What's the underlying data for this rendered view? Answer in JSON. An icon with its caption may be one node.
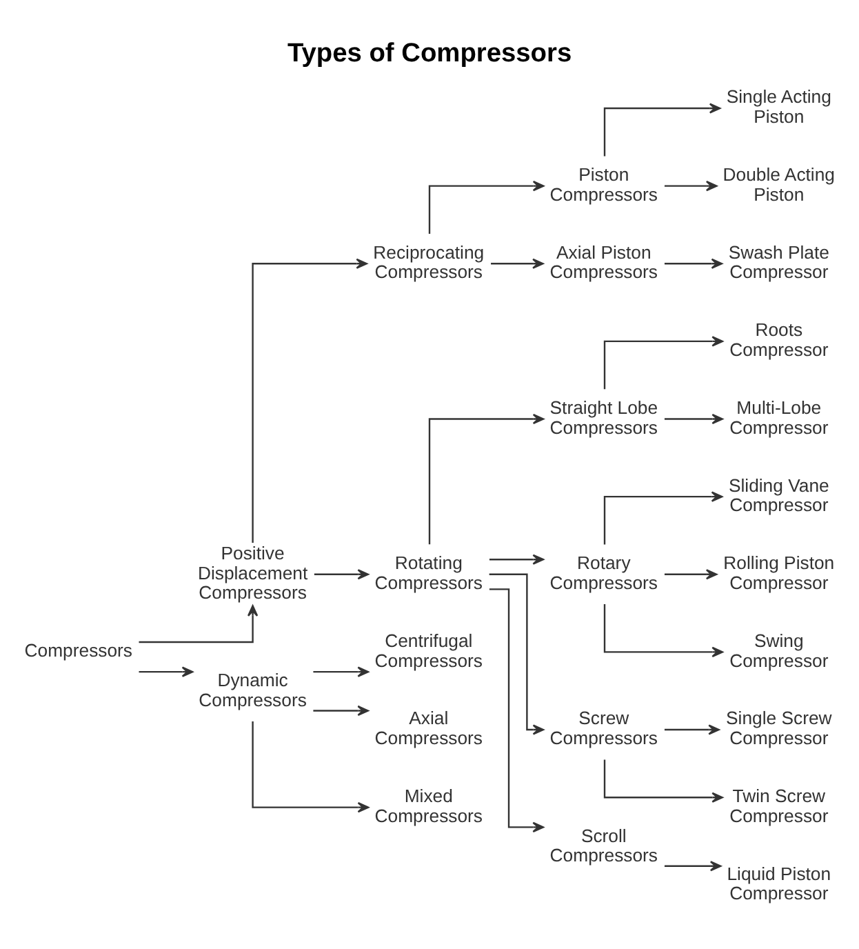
{
  "diagram": {
    "title": "Types of Compressors",
    "nodes": [
      {
        "text": [
          "Compressors"
        ]
      },
      {
        "text": [
          "Positive Displacement Compressors"
        ]
      },
      {
        "text": [
          "Dynamic Compressors"
        ]
      },
      {
        "text": [
          "Reciprocating Compressors"
        ]
      },
      {
        "text": [
          "Rotating Compressors"
        ]
      },
      {
        "text": [
          "Centrifugal Compressors"
        ]
      },
      {
        "text": [
          "Axial Compressors"
        ]
      },
      {
        "text": [
          "Mixed Compressors"
        ]
      },
      {
        "text": [
          "Piston Compressors"
        ]
      },
      {
        "text": [
          "Axial Piston Compressors"
        ]
      },
      {
        "text": [
          "Straight Lobe Compressors"
        ]
      },
      {
        "text": [
          "Rotary Compressors"
        ]
      },
      {
        "text": [
          "Screw Compressors"
        ]
      },
      {
        "text": [
          "Scroll Compressors"
        ]
      },
      {
        "text": [
          "Single Acting Piston"
        ]
      },
      {
        "text": [
          "Double Acting Piston"
        ]
      },
      {
        "text": [
          "Swash Plate Compressor"
        ]
      },
      {
        "text": [
          "Roots Compressor"
        ]
      },
      {
        "text": [
          "Multi-Lobe Compressor"
        ]
      },
      {
        "text": [
          "Sliding Vane Compressor"
        ]
      },
      {
        "text": [
          "Rolling Piston Compressor"
        ]
      },
      {
        "text": [
          "Swing Compressor"
        ]
      },
      {
        "text": [
          "Single Screw Compressor"
        ]
      },
      {
        "text": [
          "Twin Screw Compressor"
        ]
      },
      {
        "text": [
          "Liquid Piston Compressor"
        ]
      }
    ],
    "edges": [
      {
        "from": 0,
        "to": 1,
        "arrow": "to"
      },
      {
        "from": 0,
        "to": 2,
        "arrow": "to"
      },
      {
        "from": 1,
        "to": 3,
        "arrow": "to"
      },
      {
        "from": 1,
        "to": 4,
        "arrow": "to"
      },
      {
        "from": 2,
        "to": 5,
        "arrow": "to"
      },
      {
        "from": 2,
        "to": 6,
        "arrow": "to"
      },
      {
        "from": 2,
        "to": 7,
        "arrow": "to"
      },
      {
        "from": 3,
        "to": 8,
        "arrow": "to"
      },
      {
        "from": 3,
        "to": 9,
        "arrow": "to"
      },
      {
        "from": 4,
        "to": 10,
        "arrow": "to"
      },
      {
        "from": 4,
        "to": 11,
        "arrow": "to"
      },
      {
        "from": 4,
        "to": 12,
        "arrow": "to"
      },
      {
        "from": 4,
        "to": 13,
        "arrow": "to"
      },
      {
        "from": 8,
        "to": 14,
        "arrow": "to"
      },
      {
        "from": 8,
        "to": 15,
        "arrow": "to"
      },
      {
        "from": 9,
        "to": 16,
        "arrow": "to"
      },
      {
        "from": 10,
        "to": 17,
        "arrow": "to"
      },
      {
        "from": 10,
        "to": 18,
        "arrow": "to"
      },
      {
        "from": 11,
        "to": 19,
        "arrow": "to"
      },
      {
        "from": 11,
        "to": 20,
        "arrow": "to"
      },
      {
        "from": 11,
        "to": 21,
        "arrow": "to"
      },
      {
        "from": 12,
        "to": 22,
        "arrow": "to"
      },
      {
        "from": 12,
        "to": 23,
        "arrow": "to"
      },
      {
        "from": 13,
        "to": 24,
        "arrow": "to"
      }
    ]
  }
}
